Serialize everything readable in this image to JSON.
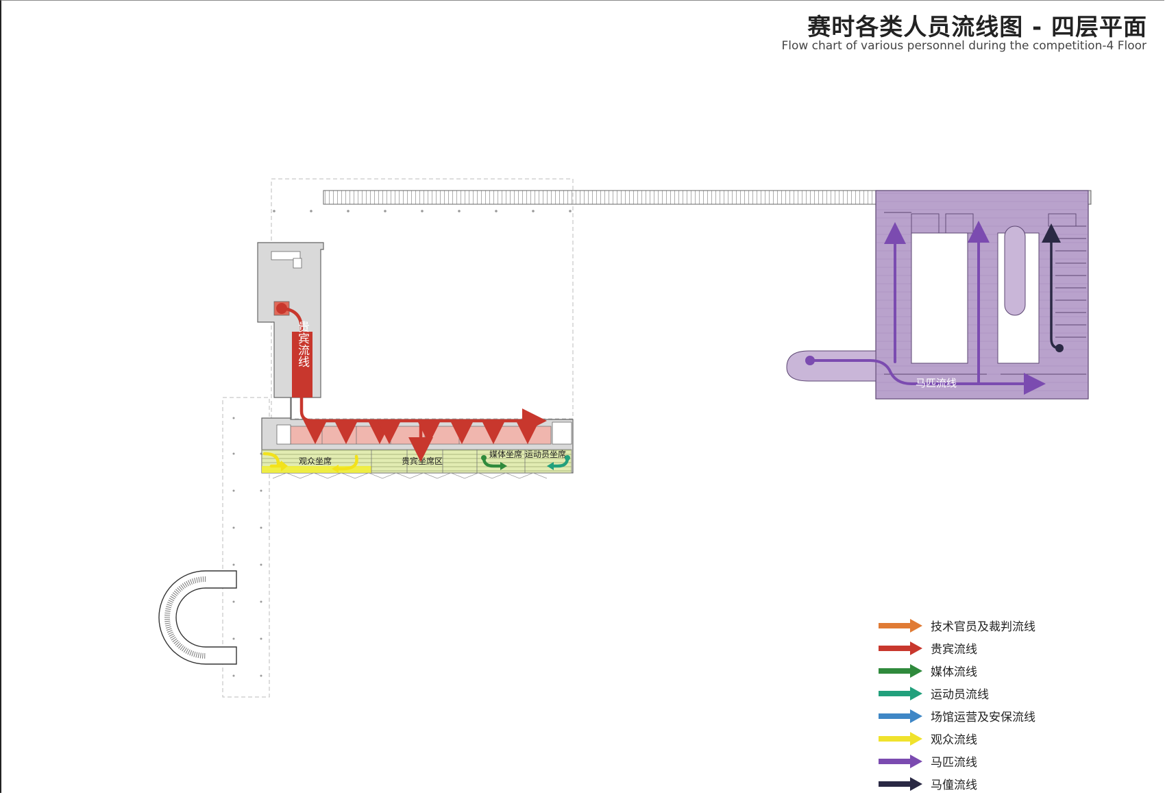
{
  "title": {
    "cn": "赛时各类人员流线图 - 四层平面",
    "en": "Flow chart of various personnel during the competition-4 Floor"
  },
  "plan": {
    "vip_flow_label": "贵宾流线",
    "horse_flow_label": "马匹流线",
    "seating": {
      "audience": "观众坐席",
      "vip": "贵宾坐席区",
      "media": "媒体坐席",
      "athlete": "运动员坐席"
    },
    "colors": {
      "floor_gray": "#d9d9d9",
      "stable_purple": "#b9a2cc",
      "vip_red": "#c8372d",
      "horse_purple": "#7b4bb0",
      "groom_navy": "#2a2944",
      "seat_green": "#e2ecb2",
      "seat_yellow": "#f2f03a"
    }
  },
  "legend": [
    {
      "label": "技术官员及裁判流线",
      "color": "#e07b35"
    },
    {
      "label": "贵宾流线",
      "color": "#c8372d"
    },
    {
      "label": "媒体流线",
      "color": "#2f8a3c"
    },
    {
      "label": "运动员流线",
      "color": "#22a07c"
    },
    {
      "label": "场馆运营及安保流线",
      "color": "#3f87c6"
    },
    {
      "label": "观众流线",
      "color": "#f0e22c"
    },
    {
      "label": "马匹流线",
      "color": "#7b4bb0"
    },
    {
      "label": "马僮流线",
      "color": "#2a2944"
    }
  ]
}
